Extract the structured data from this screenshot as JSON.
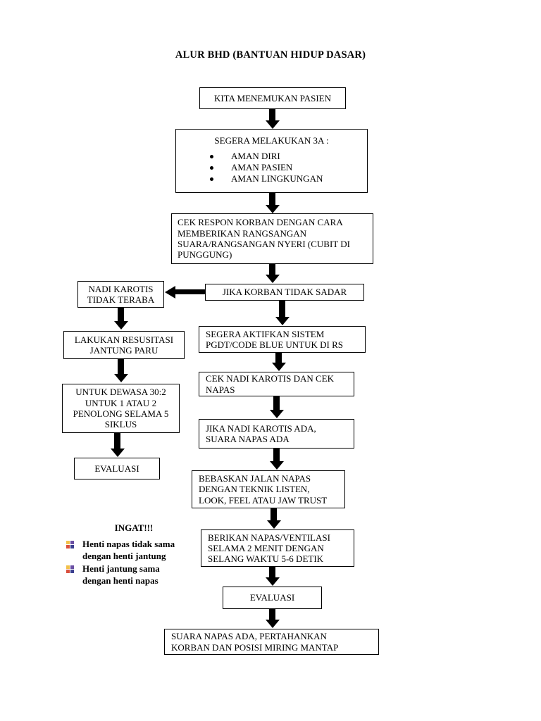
{
  "document": {
    "title": "ALUR BHD (BANTUAN HIDUP DASAR)"
  },
  "colors": {
    "line": "#000000",
    "box_fill": "#ffffff",
    "page_bg": "#ffffff",
    "bullet_q1": "#f2c14a",
    "bullet_q2": "#6a4fa3",
    "bullet_q3": "#d94f3d",
    "bullet_q4": "#3b3f8f"
  },
  "flow": {
    "n1": {
      "text": "KITA MENEMUKAN PASIEN"
    },
    "n2": {
      "heading": "SEGERA MELAKUKAN 3A :",
      "items": [
        "AMAN DIRI",
        "AMAN PASIEN",
        "AMAN LINGKUNGAN"
      ]
    },
    "n3": {
      "line1": "CEK RESPON KORBAN DENGAN CARA",
      "line2": "MEMBERIKAN RANGSANGAN",
      "line3": "SUARA/RANGSANGAN NYERI (CUBIT DI",
      "line4": "PUNGGUNG)"
    },
    "n4": {
      "text": "JIKA KORBAN TIDAK SADAR"
    },
    "n5": {
      "line1": "NADI KAROTIS",
      "line2": "TIDAK TERABA"
    },
    "n6": {
      "line1": "LAKUKAN RESUSITASI",
      "line2": "JANTUNG PARU"
    },
    "n7": {
      "line1": "UNTUK DEWASA 30:2",
      "line2": "UNTUK 1 ATAU 2",
      "line3": "PENOLONG SELAMA 5",
      "line4": "SIKLUS"
    },
    "n8": {
      "text": "EVALUASI"
    },
    "n9": {
      "line1": "SEGERA AKTIFKAN SISTEM",
      "line2": "PGDT/CODE BLUE UNTUK DI RS"
    },
    "n10": {
      "line1": "CEK NADI KAROTIS DAN CEK",
      "line2": "NAPAS"
    },
    "n11": {
      "line1": "JIKA NADI KAROTIS ADA,",
      "line2": "SUARA NAPAS ADA"
    },
    "n12": {
      "line1": "BEBASKAN JALAN NAPAS",
      "line2": "DENGAN TEKNIK LISTEN,",
      "line3": "LOOK, FEEL ATAU JAW TRUST"
    },
    "n13": {
      "line1": "BERIKAN NAPAS/VENTILASI",
      "line2": "SELAMA 2 MENIT DENGAN",
      "line3": "SELANG WAKTU 5-6 DETIK"
    },
    "n14": {
      "text": "EVALUASI"
    },
    "n15": {
      "line1": "SUARA  NAPAS ADA, PERTAHANKAN",
      "line2": "KORBAN DAN POSISI MIRING MANTAP"
    }
  },
  "note": {
    "title": "INGAT!!!",
    "items": [
      {
        "line1": "Henti napas tidak sama",
        "line2": "dengan henti jantung"
      },
      {
        "line1": "Henti jantung sama",
        "line2": "dengan henti napas"
      }
    ]
  }
}
